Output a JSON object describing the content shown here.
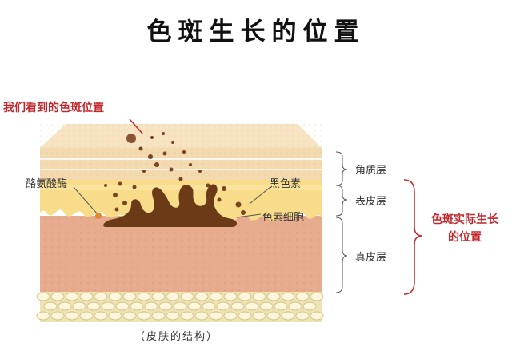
{
  "title": "色斑生长的位置",
  "visible_spot_label": "我们看到的色斑位置",
  "labels": {
    "tyrosinase": "酪氨酸酶",
    "melanin": "黑色素",
    "melanocyte": "色素细胞"
  },
  "layers": {
    "stratum_corneum": "角质层",
    "epidermis": "表皮层",
    "dermis": "真皮层"
  },
  "actual_growth_label_line1": "色斑实际生长",
  "actual_growth_label_line2": "的位置",
  "caption": "（皮肤的结构）",
  "colors": {
    "accent_red": "#c0272d",
    "stratum": "#f2d9ae",
    "epidermis": "#f8dc8a",
    "dermis": "#e7ac8e",
    "fat": "#eee3b5",
    "melanin": "#6b3a16"
  }
}
